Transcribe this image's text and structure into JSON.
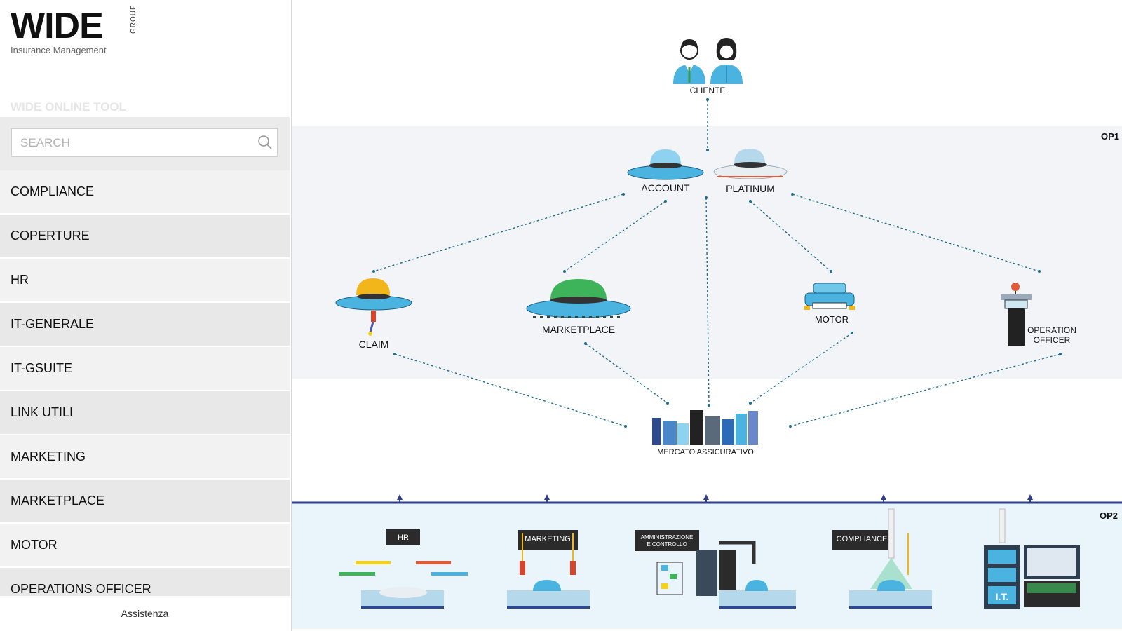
{
  "brand": {
    "logo_text": "WIDE",
    "logo_group": "GROUP",
    "subtitle": "Insurance Management"
  },
  "tool_title": "WIDE ONLINE TOOL",
  "search": {
    "placeholder": "SEARCH",
    "value": ""
  },
  "menu": {
    "items": [
      {
        "label": "COMPLIANCE"
      },
      {
        "label": "COPERTURE"
      },
      {
        "label": "HR"
      },
      {
        "label": "IT-GENERALE"
      },
      {
        "label": "IT-GSUITE"
      },
      {
        "label": "LINK UTILI"
      },
      {
        "label": "MARKETING"
      },
      {
        "label": "MARKETPLACE"
      },
      {
        "label": "MOTOR"
      },
      {
        "label": "OPERATIONS OFFICER"
      }
    ]
  },
  "footer": {
    "assist_label": "Assistenza"
  },
  "diagram": {
    "cliente": "CLIENTE",
    "op1": "OP1",
    "op2": "OP2",
    "account": "ACCOUNT",
    "platinum": "PLATINUM",
    "claim": "CLAIM",
    "marketplace": "MARKETPLACE",
    "motor": "MOTOR",
    "operation_officer_line1": "OPERATION",
    "operation_officer_line2": "OFFICER",
    "mercato": "MERCATO ASSICURATIVO",
    "dept_hr": "HR",
    "dept_marketing": "MARKETING",
    "dept_amm_line1": "AMMINISTRAZIONE",
    "dept_amm_line2": "E CONTROLLO",
    "dept_compliance": "COMPLIANCE",
    "dept_it": "I.T."
  },
  "colors": {
    "accent_blue": "#1e3c8c",
    "ufo_blue": "#5bbfe8",
    "band_grey": "#f2f4f7",
    "band_blue": "#eaf4fb"
  }
}
